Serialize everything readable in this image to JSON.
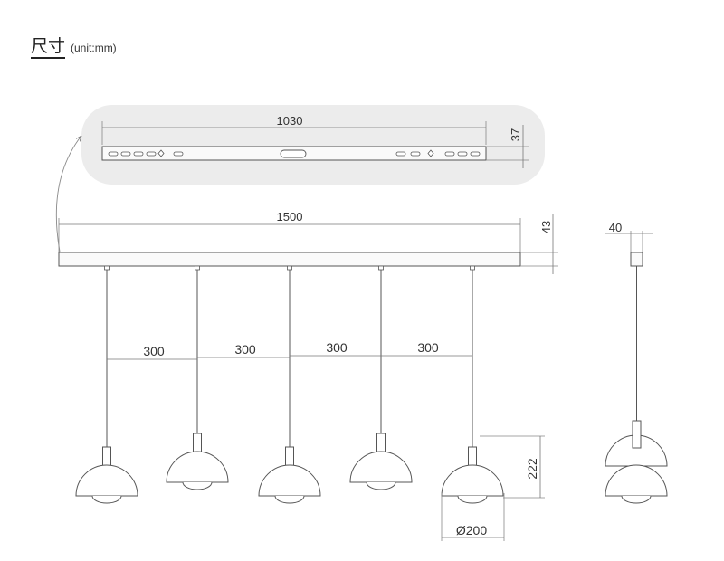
{
  "heading": {
    "title": "尺寸",
    "unit": "(unit:mm)"
  },
  "bracket": {
    "length": "1030",
    "height": "37"
  },
  "canopy": {
    "length": "1500",
    "height": "43"
  },
  "spacings": [
    "300",
    "300",
    "300",
    "300"
  ],
  "shade": {
    "height": "222",
    "diameter": "Ø200"
  },
  "side_view": {
    "canopy_width": "40"
  },
  "colors": {
    "line": "#555555",
    "panel": "#ececec",
    "shade_fill": "#ffffff"
  }
}
